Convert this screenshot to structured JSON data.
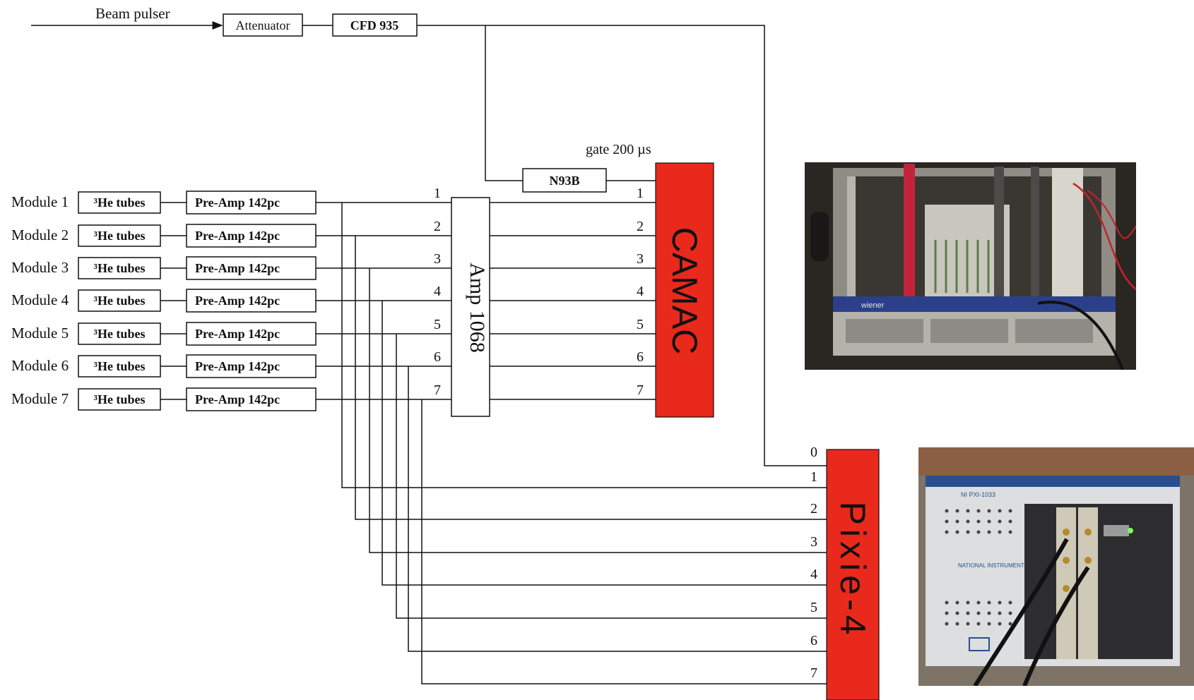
{
  "source": {
    "label": "Beam pulser"
  },
  "attenuator": {
    "label": "Attenuator"
  },
  "cfd": {
    "label": "CFD 935"
  },
  "gate_note": "gate 200 µs",
  "n93b": {
    "label": "N93B"
  },
  "modules": [
    {
      "name": "Module 1",
      "tube": "³He tubes",
      "preamp": "Pre-Amp 142pc"
    },
    {
      "name": "Module 2",
      "tube": "³He tubes",
      "preamp": "Pre-Amp 142pc"
    },
    {
      "name": "Module 3",
      "tube": "³He tubes",
      "preamp": "Pre-Amp 142pc"
    },
    {
      "name": "Module 4",
      "tube": "³He tubes",
      "preamp": "Pre-Amp 142pc"
    },
    {
      "name": "Module 5",
      "tube": "³He tubes",
      "preamp": "Pre-Amp 142pc"
    },
    {
      "name": "Module 6",
      "tube": "³He tubes",
      "preamp": "Pre-Amp 142pc"
    },
    {
      "name": "Module 7",
      "tube": "³He tubes",
      "preamp": "Pre-Amp 142pc"
    }
  ],
  "amp": {
    "label": "Amp 1068",
    "inputs": [
      "1",
      "2",
      "3",
      "4",
      "5",
      "6",
      "7"
    ]
  },
  "camac": {
    "label": "CAMAC",
    "inputs": [
      "1",
      "2",
      "3",
      "4",
      "5",
      "6",
      "7"
    ],
    "color": "#e8291c"
  },
  "pixie": {
    "label": "Pixie-4",
    "inputs": [
      "0",
      "1",
      "2",
      "3",
      "4",
      "5",
      "6",
      "7"
    ],
    "color": "#e8291c"
  },
  "photos": {
    "camac_crate": {
      "brand": "wiener"
    },
    "pxi_chassis": {
      "model": "NI PXI-1033",
      "brand": "NATIONAL INSTRUMENTS"
    }
  }
}
